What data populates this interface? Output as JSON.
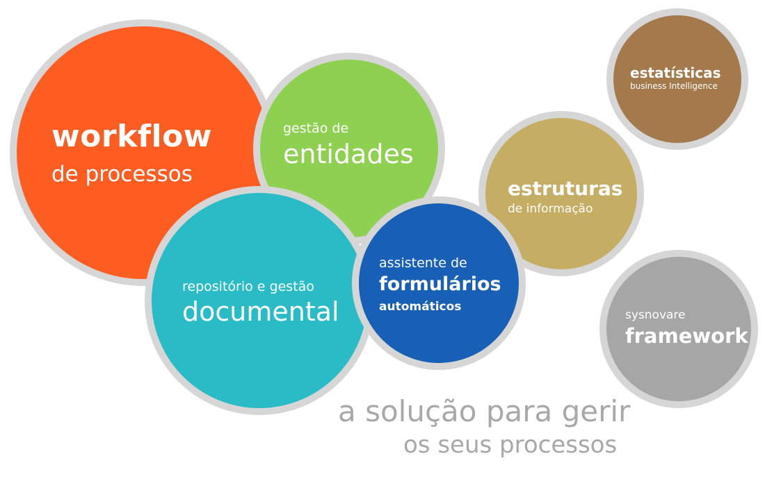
{
  "bubbles": {
    "workflow": {
      "title": "workflow",
      "subtitle": "de processos",
      "color": "#fd5d21"
    },
    "entidades": {
      "prefix": "gestão de",
      "title": "entidades",
      "color": "#8ed04f"
    },
    "documental": {
      "prefix": "repositório e gestão",
      "title": "documental",
      "color": "#29bcc6"
    },
    "formularios": {
      "prefix": "assistente de",
      "title": "formulários",
      "subtitle": "automáticos",
      "color": "#1860b5"
    },
    "estruturas": {
      "title": "estruturas",
      "subtitle": "de informação",
      "color": "#c6ad64"
    },
    "estatisticas": {
      "title": "estatísticas",
      "subtitle": "business Intelligence",
      "color": "#a47a4d"
    },
    "framework": {
      "prefix": "sysnovare",
      "title": "framework",
      "color": "#a6a6a6"
    }
  },
  "slogan": {
    "line1": "a solução para gerir",
    "line2": "os seus processos",
    "color": "#a8a8a8"
  },
  "ring_color": "#d6d6d6"
}
